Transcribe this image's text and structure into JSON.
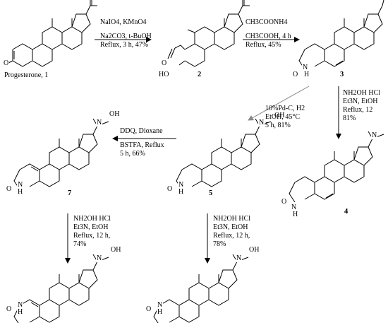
{
  "compounds": [
    {
      "id": "c1",
      "label": "Progesterone, 1",
      "number": ""
    },
    {
      "id": "c2",
      "label": "",
      "number": "2"
    },
    {
      "id": "c3",
      "label": "",
      "number": "3"
    },
    {
      "id": "c4",
      "label": "",
      "number": "4"
    },
    {
      "id": "c5",
      "label": "",
      "number": "5"
    },
    {
      "id": "c7",
      "label": "",
      "number": "7"
    }
  ],
  "atoms": {
    "O": "O",
    "HO": "HO",
    "OH": "OH",
    "N": "N",
    "H": "H",
    "NOH": "N"
  },
  "steps": [
    {
      "id": "s1",
      "lines": [
        "NaIO4, KMnO4",
        "Na2CO3, t-BuOH",
        "Reflux, 3 h, 47%"
      ]
    },
    {
      "id": "s2",
      "lines": [
        "CH3COONH4",
        "CH3COOH, 4 h",
        "Reflux, 45%"
      ]
    },
    {
      "id": "s3",
      "lines": [
        "NH2OH HCl",
        "Et3N, EtOH",
        "Reflux, 12",
        "81%"
      ]
    },
    {
      "id": "s4",
      "lines": [
        "10%Pd-C, H2",
        "EtOH, 45°C",
        "5 h, 81%"
      ]
    },
    {
      "id": "s5",
      "lines": [
        "DDQ, Dioxane",
        "BSTFA, Reflux",
        "5 h, 66%"
      ]
    },
    {
      "id": "s6",
      "lines": [
        "NH2OH HCl",
        "Et3N, EtOH",
        "Reflux, 12 h,",
        "74%"
      ]
    },
    {
      "id": "s7",
      "lines": [
        "NH2OH HCl",
        "Et3N, EtOH",
        "Reflux, 12 h,",
        "78%"
      ]
    }
  ]
}
